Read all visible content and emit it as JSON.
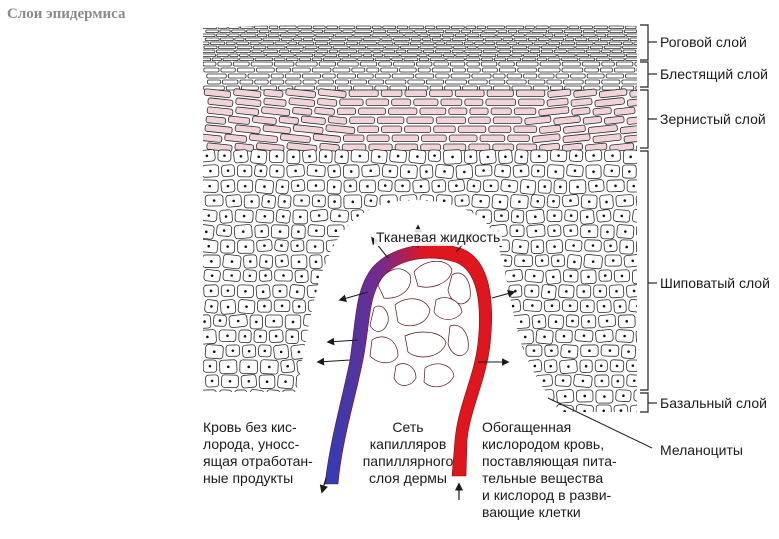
{
  "title": "Слои эпидермиса",
  "layers": [
    {
      "label": "Роговой слой"
    },
    {
      "label": "Блестящий слой"
    },
    {
      "label": "Зернистый слой"
    },
    {
      "label": "Шиповатый слой"
    },
    {
      "label": "Базальный слой"
    }
  ],
  "melanocytes_label": "Меланоциты",
  "tissue_fluid_label": "Тканевая жидкость",
  "deoxygenated_label": "Кровь без кис-\nлорода, уносс-\nящая отработан-\nные продукты",
  "capillary_net_label": "Сеть\nкапилляров\nпапиллярного\nслоя дермы",
  "oxygenated_label": "Обогащенная\nкислородом кровь,\nпоставляющая пита-\nтельные вещества\nи кислород в разви-\nвающие клетки",
  "colors": {
    "arterial": "#e0161e",
    "venous": "#2b3fb8",
    "granular_fill": "#f1d4d8",
    "outline": "#2a2a2a"
  },
  "icons": {
    "arrow": "arrow-icon",
    "cell": "cell-icon"
  }
}
